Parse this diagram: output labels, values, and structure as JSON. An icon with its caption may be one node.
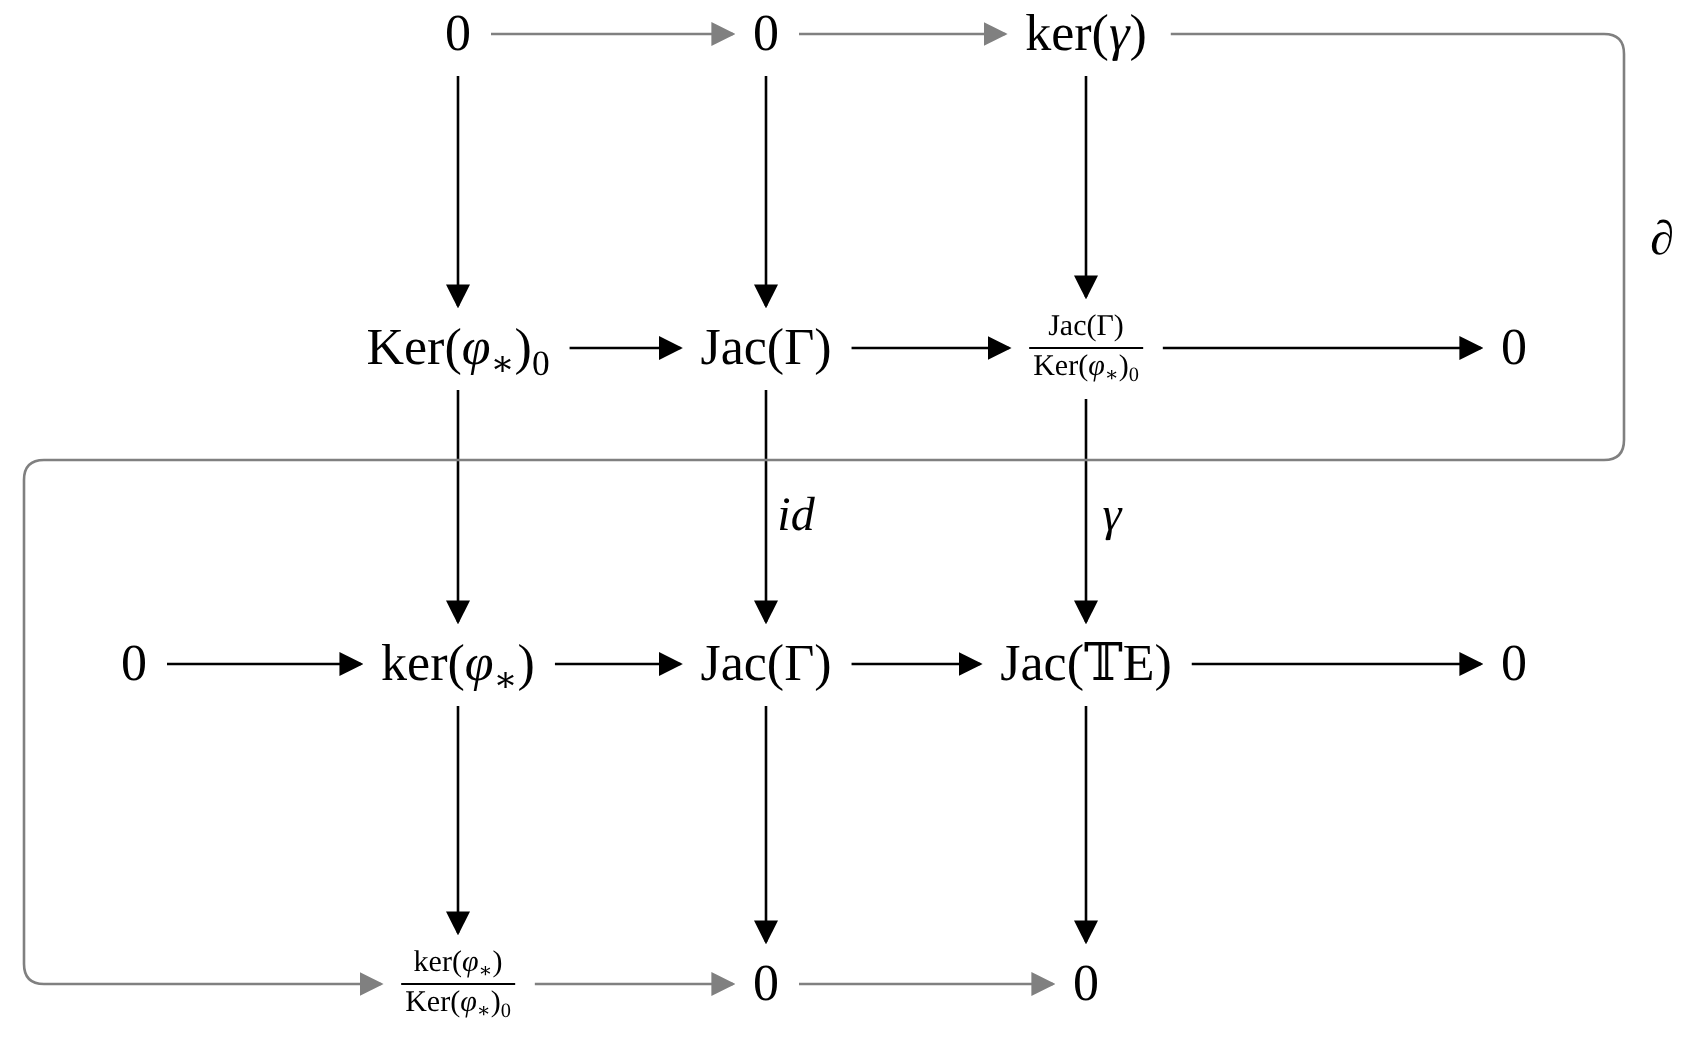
{
  "diagram": {
    "nodes": [
      {
        "text": [
          "0"
        ]
      },
      {
        "text": [
          "0"
        ]
      },
      {
        "text": [
          "ker(*γ*)"
        ]
      },
      {
        "text": [
          "Ker(*φ*$_{∗}$)$_{0}$"
        ]
      },
      {
        "text": [
          "Jac(Γ)"
        ]
      },
      {
        "text": [
          "Jac(Γ)",
          "Ker(*φ*$_{∗}$)$_{0}$"
        ]
      },
      {
        "text": [
          "0"
        ]
      },
      {
        "text": [
          "0"
        ]
      },
      {
        "text": [
          "ker(*φ*$_{∗}$)"
        ]
      },
      {
        "text": [
          "Jac(Γ)"
        ]
      },
      {
        "text": [
          "Jac(𝕋E)"
        ]
      },
      {
        "text": [
          "0"
        ]
      },
      {
        "text": [
          "ker(*φ*$_{∗}$)",
          "Ker(*φ*$_{∗}$)$_{0}$"
        ]
      },
      {
        "text": [
          "0"
        ]
      },
      {
        "text": [
          "0"
        ]
      }
    ],
    "edges": [
      {
        "from": 0,
        "to": 1,
        "arrow": "to",
        "color": "#808080"
      },
      {
        "from": 1,
        "to": 2,
        "arrow": "to",
        "color": "#808080"
      },
      {
        "from": 0,
        "to": 3,
        "arrow": "to"
      },
      {
        "from": 1,
        "to": 4,
        "arrow": "to"
      },
      {
        "from": 2,
        "to": 5,
        "arrow": "to"
      },
      {
        "from": 3,
        "to": 4,
        "arrow": "to"
      },
      {
        "from": 4,
        "to": 5,
        "arrow": "to"
      },
      {
        "from": 5,
        "to": 6,
        "arrow": "to"
      },
      {
        "from": 3,
        "to": 8,
        "arrow": "to"
      },
      {
        "from": 4,
        "to": 9,
        "arrow": "to",
        "label": "id"
      },
      {
        "from": 5,
        "to": 10,
        "arrow": "to",
        "label": "γ"
      },
      {
        "from": 7,
        "to": 8,
        "arrow": "to"
      },
      {
        "from": 8,
        "to": 9,
        "arrow": "to"
      },
      {
        "from": 9,
        "to": 10,
        "arrow": "to"
      },
      {
        "from": 10,
        "to": 11,
        "arrow": "to"
      },
      {
        "from": 8,
        "to": 12,
        "arrow": "to"
      },
      {
        "from": 9,
        "to": 13,
        "arrow": "to"
      },
      {
        "from": 10,
        "to": 14,
        "arrow": "to"
      },
      {
        "from": 12,
        "to": 13,
        "arrow": "to",
        "color": "#808080"
      },
      {
        "from": 13,
        "to": 14,
        "arrow": "to",
        "color": "#808080"
      },
      {
        "from": 2,
        "to": 12,
        "arrow": "to",
        "color": "#808080",
        "label": "∂"
      }
    ]
  }
}
